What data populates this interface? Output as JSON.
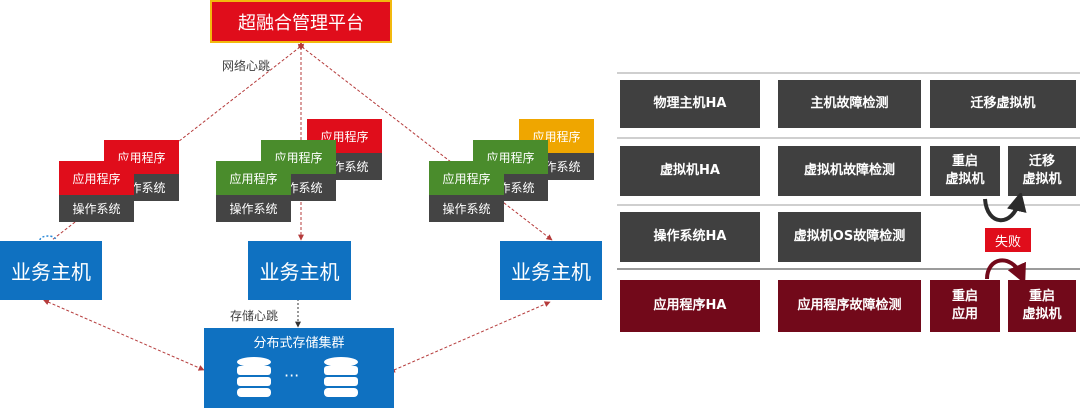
{
  "left_diagram": {
    "platform": "超融合管理平台",
    "network_heartbeat": "网络心跳",
    "storage_heartbeat": "存储心跳",
    "host_label": "业务主机",
    "app_label": "应用程序",
    "os_label": "操作系统",
    "storage_cluster": "分布式存储集群",
    "ellipsis": "···"
  },
  "right_table": {
    "rows": [
      {
        "layer": "物理主机HA",
        "detection": "主机故障检测",
        "actions": [
          "迁移虚拟机"
        ]
      },
      {
        "layer": "虚拟机HA",
        "detection": "虚拟机故障检测",
        "actions": [
          "重启\n虚拟机",
          "迁移\n虚拟机"
        ]
      },
      {
        "layer": "操作系统HA",
        "detection": "虚拟机OS故障检测",
        "actions": []
      },
      {
        "layer": "应用程序HA",
        "detection": "应用程序故障检测",
        "actions": [
          "重启\n应用",
          "重启\n虚拟机"
        ]
      }
    ],
    "fail_label": "失败"
  },
  "colors": {
    "red": "#e00d1b",
    "blue": "#0f71c1",
    "green": "#4a8c2c",
    "orange": "#efa600",
    "dark_gray": "#404040",
    "maroon": "#72091a",
    "platform_border": "#f2b90e"
  },
  "icons": [
    "database-icon",
    "curved-arrow-icon"
  ]
}
